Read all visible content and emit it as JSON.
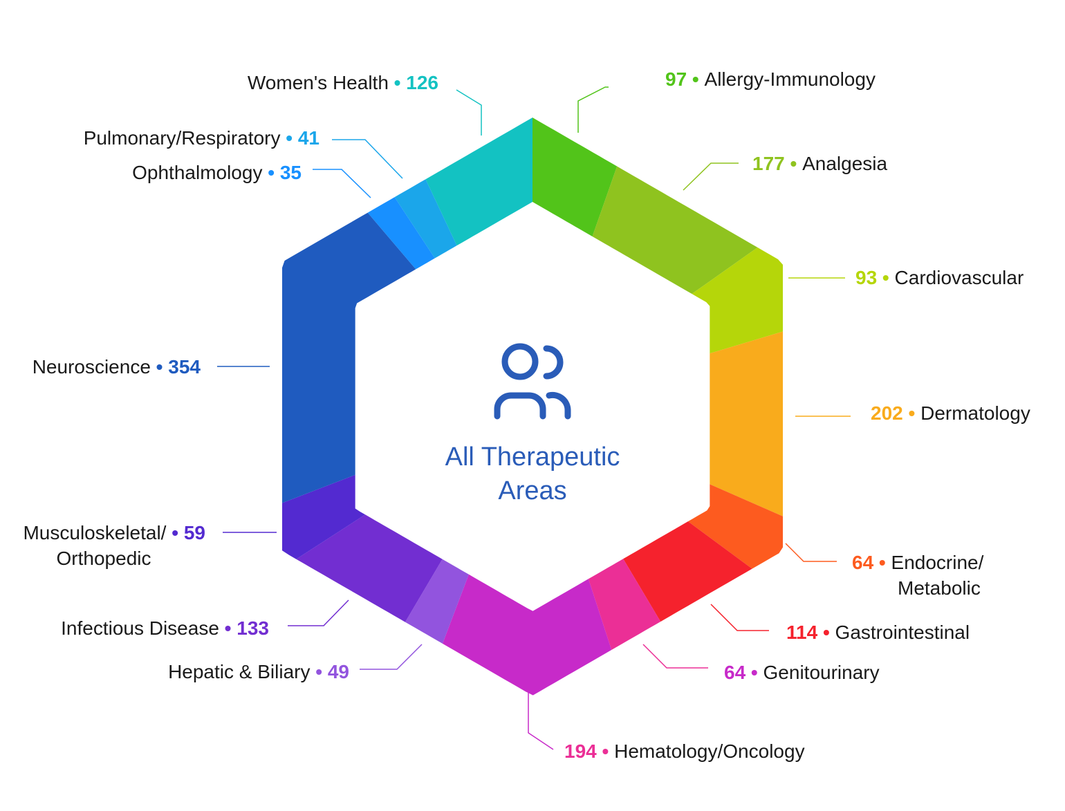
{
  "center": {
    "line1": "All Therapeutic",
    "line2": "Areas",
    "icon": "users-icon",
    "color": "#2a5cb8"
  },
  "chart_data": {
    "type": "pie",
    "style": "hexagonal-donut",
    "total_start": "top, clockwise",
    "slices": [
      {
        "label": "Allergy-Immunology",
        "value": 97,
        "color": "#52c41a",
        "text_color": "#52c41a"
      },
      {
        "label": "Analgesia",
        "value": 177,
        "color": "#8fc31f",
        "text_color": "#8fc31f"
      },
      {
        "label": "Cardiovascular",
        "value": 93,
        "color": "#b5d60a",
        "text_color": "#b5d60a"
      },
      {
        "label": "Dermatology",
        "value": 202,
        "color": "#f9ab1c",
        "text_color": "#f9ab1c"
      },
      {
        "label": "Endocrine/\nMetabolic",
        "value": 64,
        "color": "#fd5b1f",
        "text_color": "#fd5b1f"
      },
      {
        "label": "Gastrointestinal",
        "value": 114,
        "color": "#f5222d",
        "text_color": "#f5222d"
      },
      {
        "label": "Genitourinary",
        "value": 64,
        "color": "#eb2f96",
        "text_color": "#c72ac9"
      },
      {
        "label": "Hematology/Oncology",
        "value": 194,
        "color": "#c72ac9",
        "text_color": "#eb2f96"
      },
      {
        "label": "Hepatic & Biliary",
        "value": 49,
        "color": "#9254de",
        "text_color": "#9254de"
      },
      {
        "label": "Infectious Disease",
        "value": 133,
        "color": "#722ed1",
        "text_color": "#722ed1"
      },
      {
        "label": "Musculoskeletal/\nOrthopedic",
        "value": 59,
        "color": "#532ad0",
        "text_color": "#532ad0"
      },
      {
        "label": "Neuroscience",
        "value": 354,
        "color": "#1f5bbf",
        "text_color": "#1f5bbf"
      },
      {
        "label": "Ophthalmology",
        "value": 35,
        "color": "#1890ff",
        "text_color": "#1890ff"
      },
      {
        "label": "Pulmonary/Respiratory",
        "value": 41,
        "color": "#1ba6ea",
        "text_color": "#1ba6ea"
      },
      {
        "label": "Women's Health",
        "value": 126,
        "color": "#13c2c2",
        "text_color": "#13c2c2"
      }
    ]
  }
}
